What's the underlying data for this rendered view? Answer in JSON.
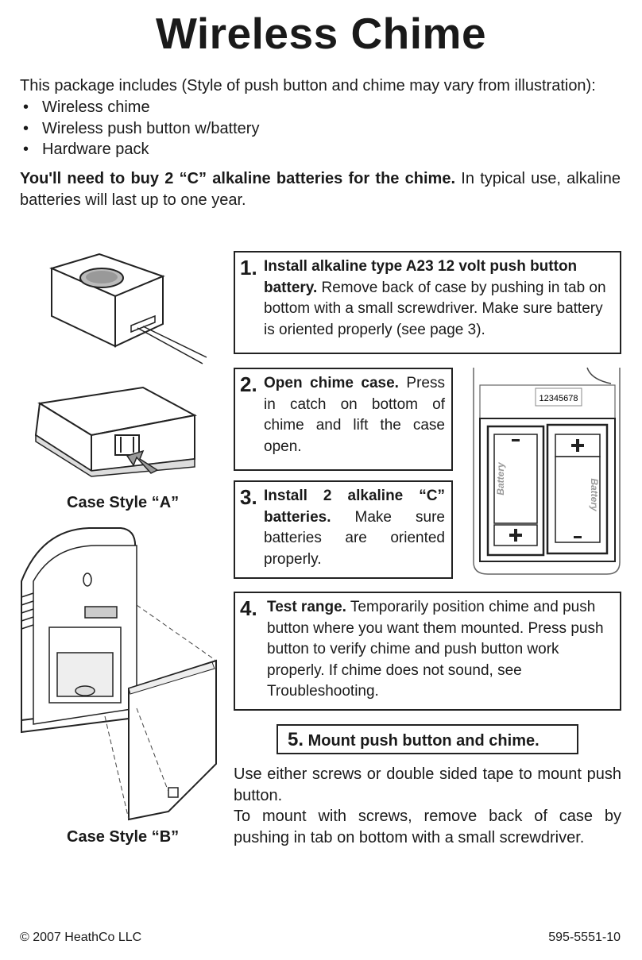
{
  "title": "Wireless Chime",
  "intro": "This package includes (Style of push button and chime may vary from illustration):",
  "package_items": [
    "Wireless chime",
    "Wireless push button w/battery",
    "Hardware pack"
  ],
  "batteries_note": {
    "bold": "You'll need to buy 2 “C” alkaline batteries for the chime.",
    "rest": " In typical use, alkaline batteries will last up to one year."
  },
  "steps": [
    {
      "num": "1.",
      "bold": "Install alkaline type A23 12 volt push button battery.",
      "text": " Remove back of case by pushing in tab on bottom with a small screwdriver. Make sure battery is oriented properly (see page 3)."
    },
    {
      "num": "2.",
      "bold": "Open chime case.",
      "text": " Press in catch on bottom of chime and lift the case open."
    },
    {
      "num": "3.",
      "bold": "Install 2 alkaline “C” batteries.",
      "text": " Make sure batteries are oriented properly."
    },
    {
      "num": "4.",
      "bold": "Test range.",
      "text": " Temporarily position chime and push button where you want them mounted. Press push button to verify chime and push button work properly. If chime does not sound, see Troubleshooting."
    },
    {
      "num": "5.",
      "bold": "Mount push button and chime.",
      "text": ""
    }
  ],
  "mount_text": [
    "Use either screws or double sided tape to mount push button.",
    "To mount with screws, remove back of case by pushing in tab on bottom with a small screwdriver."
  ],
  "captions": {
    "case_a": "Case Style “A”",
    "case_b": "Case Style “B”"
  },
  "illustration_labels": {
    "serial": "12345678",
    "battery": "Battery"
  },
  "footer": {
    "copyright": "© 2007 HeathCo LLC",
    "part_number": "595-5551-10"
  }
}
